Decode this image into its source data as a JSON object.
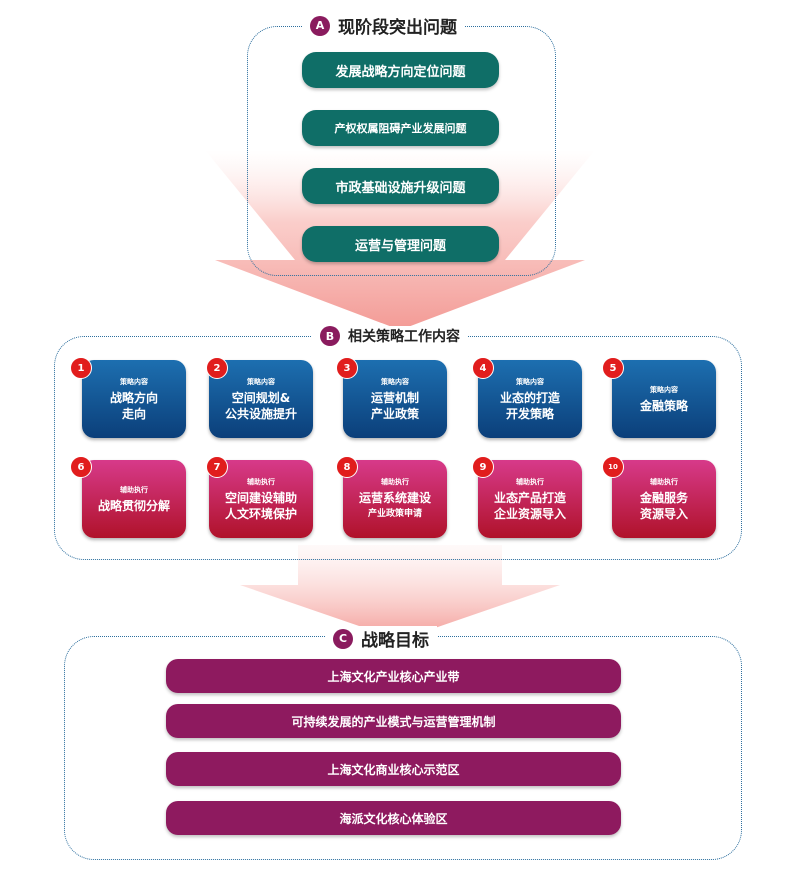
{
  "section_a": {
    "badge": "A",
    "title": "现阶段突出问题",
    "items": [
      "发展战略方向定位问题",
      "产权权属阻碍产业发展问题",
      "市政基础设施升级问题",
      "运营与管理问题"
    ]
  },
  "section_b": {
    "badge": "B",
    "title": "相关策略工作内容",
    "row1": [
      {
        "num": "1",
        "kind": "策略内容",
        "lines": [
          "战略方向",
          "走向"
        ]
      },
      {
        "num": "2",
        "kind": "策略内容",
        "lines": [
          "空间规划&",
          "公共设施提升"
        ]
      },
      {
        "num": "3",
        "kind": "策略内容",
        "lines": [
          "运营机制",
          "产业政策"
        ]
      },
      {
        "num": "4",
        "kind": "策略内容",
        "lines": [
          "业态的打造",
          "开发策略"
        ]
      },
      {
        "num": "5",
        "kind": "策略内容",
        "lines": [
          "金融策略"
        ]
      }
    ],
    "row2": [
      {
        "num": "6",
        "kind": "辅助执行",
        "lines": [
          "战略贯彻分解"
        ]
      },
      {
        "num": "7",
        "kind": "辅助执行",
        "lines": [
          "空间建设辅助",
          "人文环境保护"
        ]
      },
      {
        "num": "8",
        "kind": "辅助执行",
        "lines": [
          "运营系统建设",
          "产业政策申请"
        ]
      },
      {
        "num": "9",
        "kind": "辅助执行",
        "lines": [
          "业态产品打造",
          "企业资源导入"
        ]
      },
      {
        "num": "10",
        "kind": "辅助执行",
        "lines": [
          "金融服务",
          "资源导入"
        ]
      }
    ]
  },
  "section_c": {
    "badge": "C",
    "title": "战略目标",
    "items": [
      "上海文化产业核心产业带",
      "可持续发展的产业模式与运营管理机制",
      "上海文化商业核心示范区",
      "海派文化核心体验区"
    ]
  },
  "colors": {
    "problem_bg": "#0f6e67",
    "strategy_blue": "#0b3f7a",
    "support_red": "#b0122a",
    "goal_bg": "#8e1a5f",
    "badge": "#8a1b5e",
    "number_badge": "#e11d1d",
    "arrow": "#f6a3a0"
  }
}
